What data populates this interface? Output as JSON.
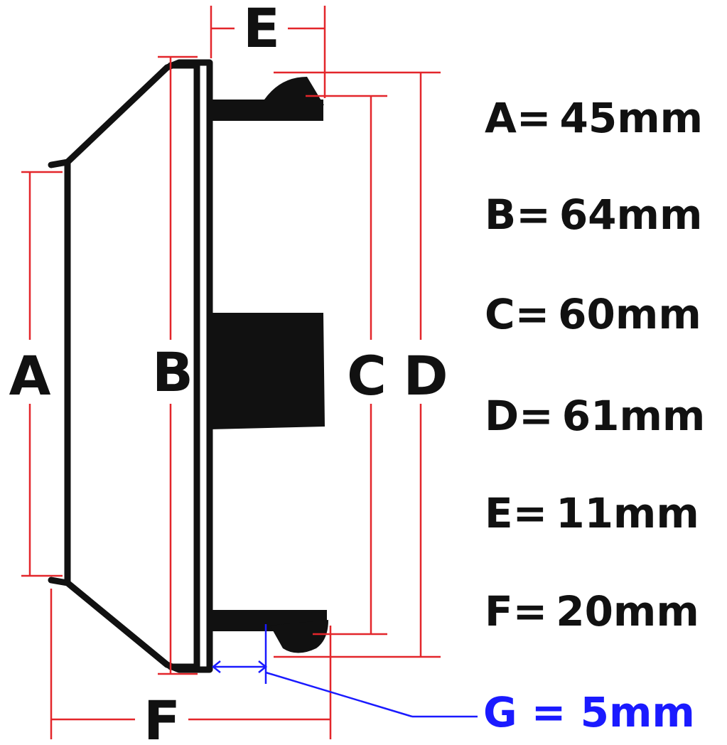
{
  "dimension_letters": {
    "a": "A",
    "b": "B",
    "c": "C",
    "d": "D",
    "e": "E",
    "f": "F"
  },
  "specs": [
    {
      "label": "A=",
      "value": "45mm"
    },
    {
      "label": "B=",
      "value": "64mm"
    },
    {
      "label": "C=",
      "value": "60mm"
    },
    {
      "label": "D=",
      "value": "61mm"
    },
    {
      "label": "E=",
      "value": "11mm"
    },
    {
      "label": "F=",
      "value": "20mm"
    }
  ],
  "spec_g": {
    "label": "G = ",
    "value": "5mm"
  },
  "colors": {
    "dimension_lines": "#e3262b",
    "g_dimension": "#1a1aff",
    "part": "#111111"
  }
}
